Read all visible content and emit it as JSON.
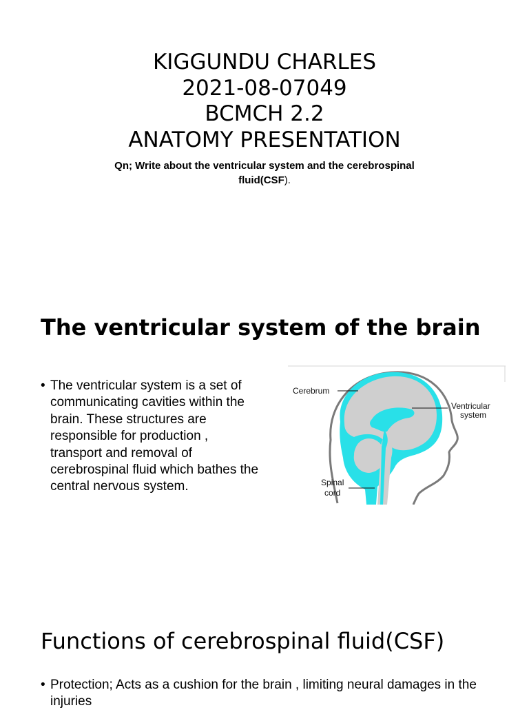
{
  "slide1": {
    "title_lines": [
      "KIGGUNDU CHARLES",
      "2021-08-07049",
      "BCMCH 2.2",
      "ANATOMY PRESENTATION"
    ],
    "question_main": "Qn; Write about the ventricular system and the cerebrospinal fluid(CSF",
    "question_tail": ")."
  },
  "slide2": {
    "title": "The ventricular system of the brain",
    "bullets": [
      "The ventricular system is a set of communicating cavities within the brain. These structures are responsible for production , transport and removal of cerebrospinal fluid which bathes the central nervous system."
    ],
    "figure": {
      "label_cerebrum": "Cerebrum",
      "label_ventricular_1": "Ventricular",
      "label_ventricular_2": "system",
      "label_spinal_1": "Spinal",
      "label_spinal_2": "cord",
      "csf_color": "#29e0e8",
      "brain_color": "#cfcfcf",
      "outline_color": "#7a7a7a"
    }
  },
  "slide3": {
    "title": "Functions of cerebrospinal fluid(CSF)",
    "bullets": [
      "Protection; Acts as a cushion for the brain , limiting neural damages in the injuries"
    ]
  }
}
